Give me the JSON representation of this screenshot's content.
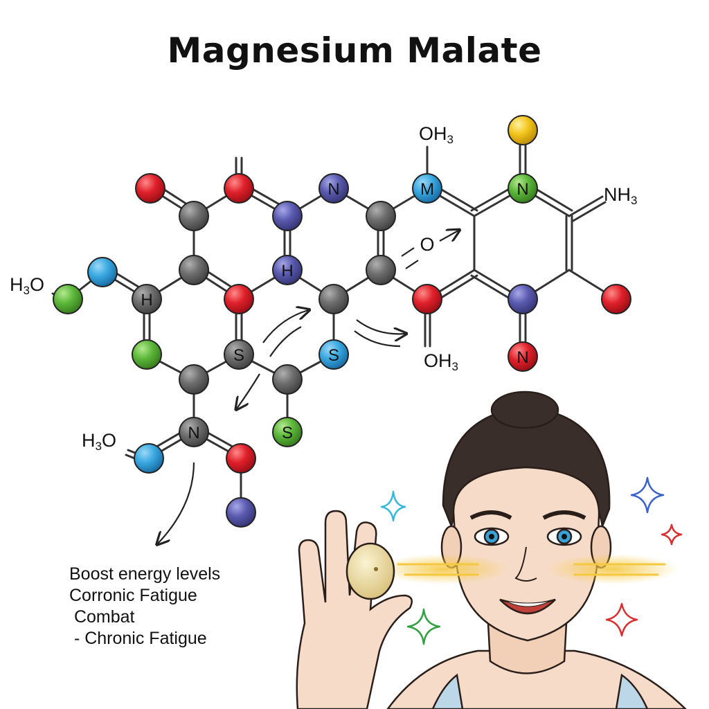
{
  "title": "Magnesium Malate",
  "atom_colors": {
    "oxygen": "#e0202a",
    "carbon": "#6e6e6e",
    "nitrogen": "#5a5ab0",
    "blue": "#3aa8e0",
    "green": "#5cb83a",
    "yellow": "#f2c51c"
  },
  "atom_labels": {
    "n_top": "N",
    "m_top": "M",
    "n_green": "N",
    "h_ring": "H",
    "h_left": "H",
    "s_center": "S",
    "s_blue": "S",
    "s_green": "S",
    "n_bottom": "N",
    "n_red": "N",
    "o_arrow": "O"
  },
  "group_labels": {
    "oh3_top": {
      "main": "OH",
      "sub": "3"
    },
    "nh3_right": {
      "main": "NH",
      "sub": "3"
    },
    "h3o_left": {
      "main": "H",
      "sub": "3",
      "tail": "O"
    },
    "h3o_bottom": {
      "main": "H",
      "sub": "3",
      "tail": "O"
    },
    "oh3_mid": {
      "main": "OH",
      "sub": "3"
    }
  },
  "notes": [
    "Boost energy levels",
    "Corronic Fatigue",
    " Combat",
    " - Chronic Fatigue"
  ],
  "illustration": {
    "skin": "#f6dcc8",
    "hair": "#3a2e2a",
    "eyes": "#3aa0d8",
    "glow": "#f5c842",
    "tablet": "#eedfa8",
    "sparkle_colors": [
      "#3ab8d8",
      "#3a62c8",
      "#d83030",
      "#30a040",
      "#d83030"
    ]
  }
}
